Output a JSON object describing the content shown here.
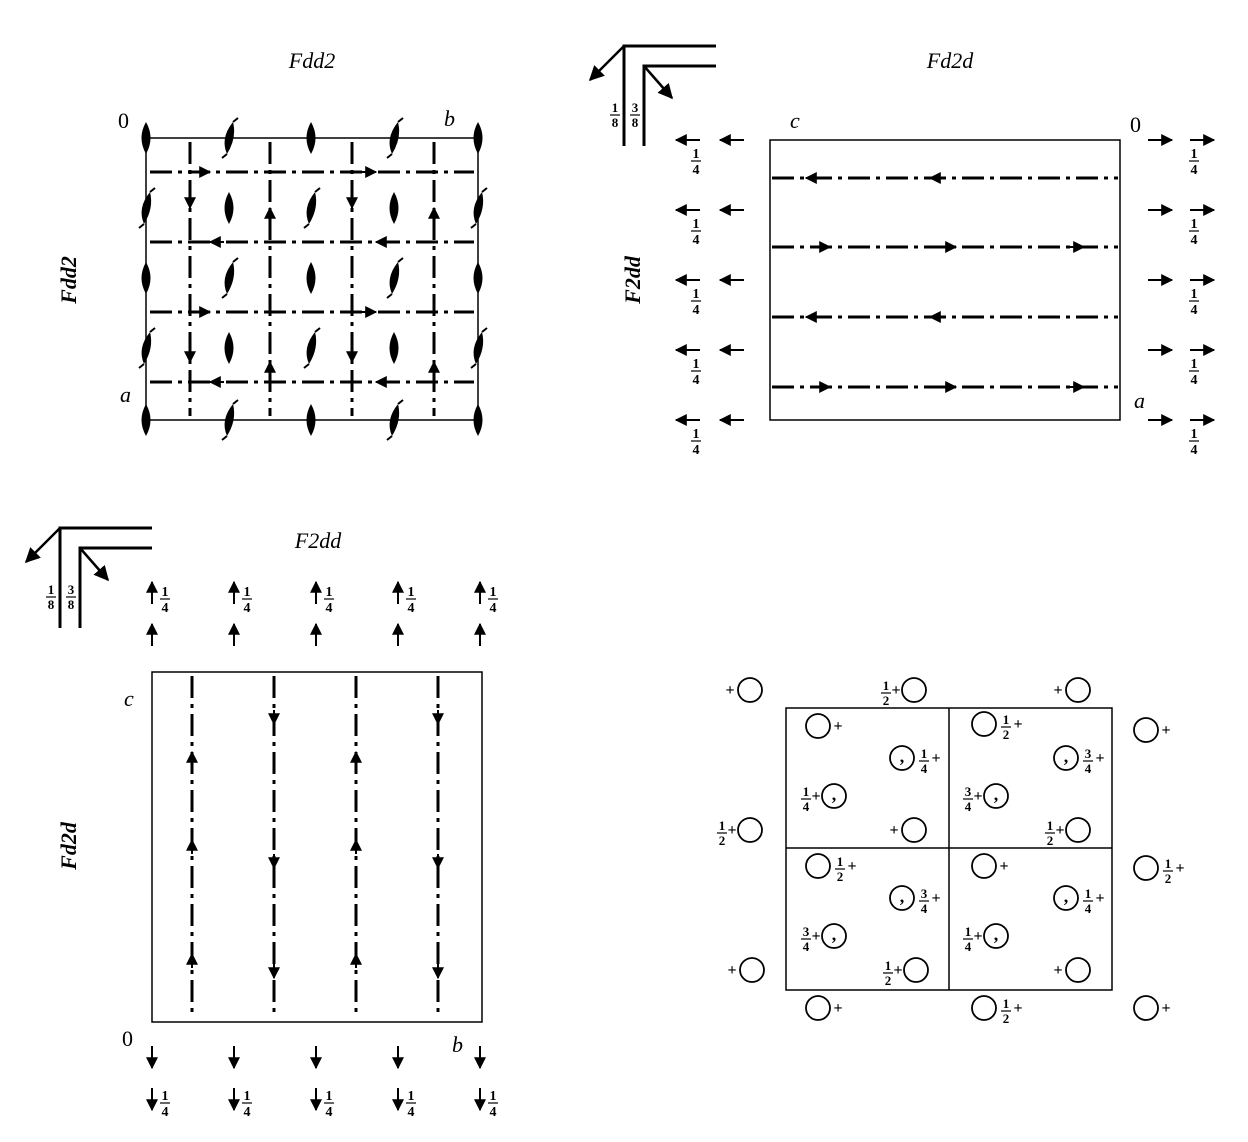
{
  "panels": {
    "top_left": {
      "title": "Fdd2",
      "side_label": "Fdd2",
      "origin": "0",
      "axis_b": "b",
      "axis_a": "a"
    },
    "top_right": {
      "title": "Fd2d",
      "side_label": "F2dd",
      "origin": "0",
      "axis_c": "c",
      "axis_a": "a",
      "height_label": "1/4"
    },
    "bottom_left": {
      "title": "F2dd",
      "side_label": "Fd2d",
      "origin": "0",
      "axis_c": "c",
      "axis_b": "b",
      "height_label": "1/4"
    },
    "bottom_right": {
      "circle_labels": [
        "+",
        "½+",
        "¼+",
        "¾+"
      ]
    }
  },
  "corner_symbol": {
    "frac_a": "1/8",
    "frac_b": "3/8"
  },
  "fractions": {
    "quarter": "1/4",
    "half": "1/2",
    "three_quarter": "3/4",
    "eighth": "1/8",
    "three_eighth": "3/8"
  }
}
